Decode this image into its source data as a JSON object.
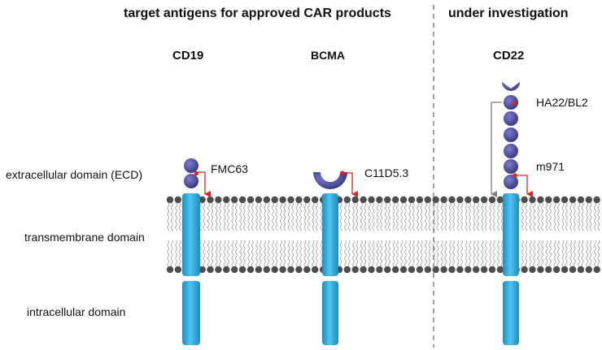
{
  "headers": {
    "approved": "target antigens for approved CAR products",
    "investigation": "under investigation"
  },
  "antigens": {
    "cd19": "CD19",
    "bcma": "BCMA",
    "cd22": "CD22"
  },
  "antibodies": {
    "fmc63": "FMC63",
    "c11d53": "C11D5.3",
    "ha22": "HA22/BL2",
    "m971": "m971"
  },
  "domains": {
    "extracellular": "extracellular domain (ECD)",
    "transmembrane": "transmembrane domain",
    "intracellular": "intracellular domain"
  },
  "colors": {
    "receptor_cyan": "#33b0e0",
    "domain_purple": "#4a4a9c",
    "epitope_red": "#e02424",
    "lipid_gray": "#4d4d4d",
    "divider_gray": "#808080"
  }
}
